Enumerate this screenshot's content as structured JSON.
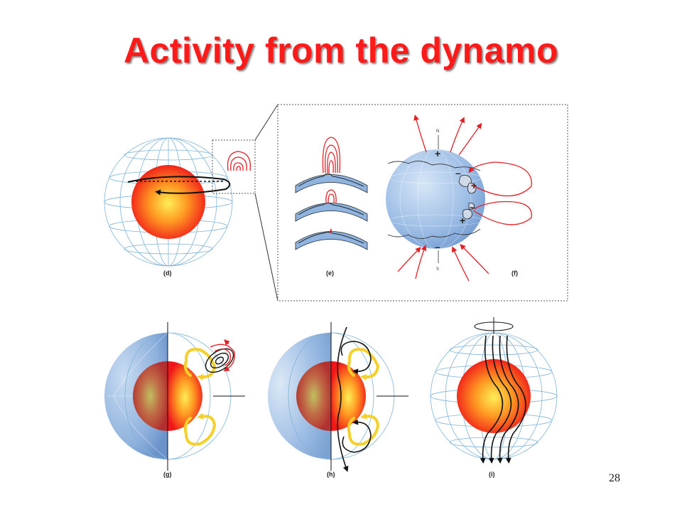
{
  "slide": {
    "title": "Activity from the dynamo",
    "number": "28"
  },
  "panels": [
    {
      "id": "d",
      "label": "(d)"
    },
    {
      "id": "e",
      "label": "(e)"
    },
    {
      "id": "f",
      "label": "(f)"
    },
    {
      "id": "g",
      "label": "(g)"
    },
    {
      "id": "h",
      "label": "(h)"
    },
    {
      "id": "i",
      "label": "(i)"
    }
  ],
  "poles": {
    "north": "N",
    "south": "S"
  },
  "polarity": {
    "plus": "+",
    "minus": "–"
  },
  "colors": {
    "title": "#ff1a1a",
    "field_lines": "#e31e24",
    "flow_arrows": "#f5cf2a",
    "sphere_blue": "#8fb4e0",
    "core_red": "#ff2a14",
    "core_yellow": "#ffe44a"
  }
}
